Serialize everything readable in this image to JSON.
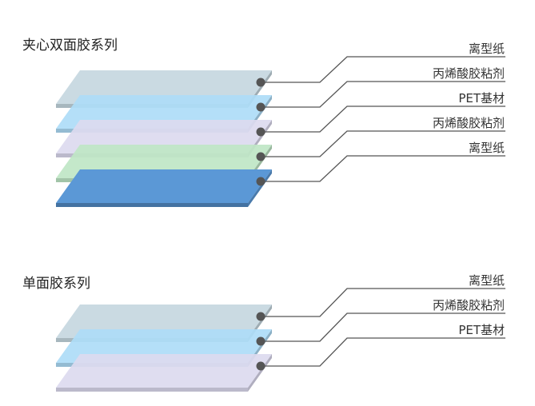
{
  "sections": [
    {
      "title": "夹心双面胶系列",
      "layers": [
        {
          "label": "离型纸",
          "color": "#c5d7e0"
        },
        {
          "label": "丙烯酸胶粘剂",
          "color": "#aedcf7"
        },
        {
          "label": "PET基材",
          "color": "#dcdaef"
        },
        {
          "label": "丙烯酸胶粘剂",
          "color": "#bfe6c6"
        },
        {
          "label": "离型纸",
          "color": "#5b98d6"
        }
      ]
    },
    {
      "title": "单面胶系列",
      "layers": [
        {
          "label": "离型纸",
          "color": "#c5d7e0"
        },
        {
          "label": "丙烯酸胶粘剂",
          "color": "#aedcf7"
        },
        {
          "label": "PET基材",
          "color": "#dcdaef"
        }
      ]
    }
  ],
  "colors": {
    "connector": "#555555",
    "dot": "#555555",
    "text": "#333333"
  }
}
